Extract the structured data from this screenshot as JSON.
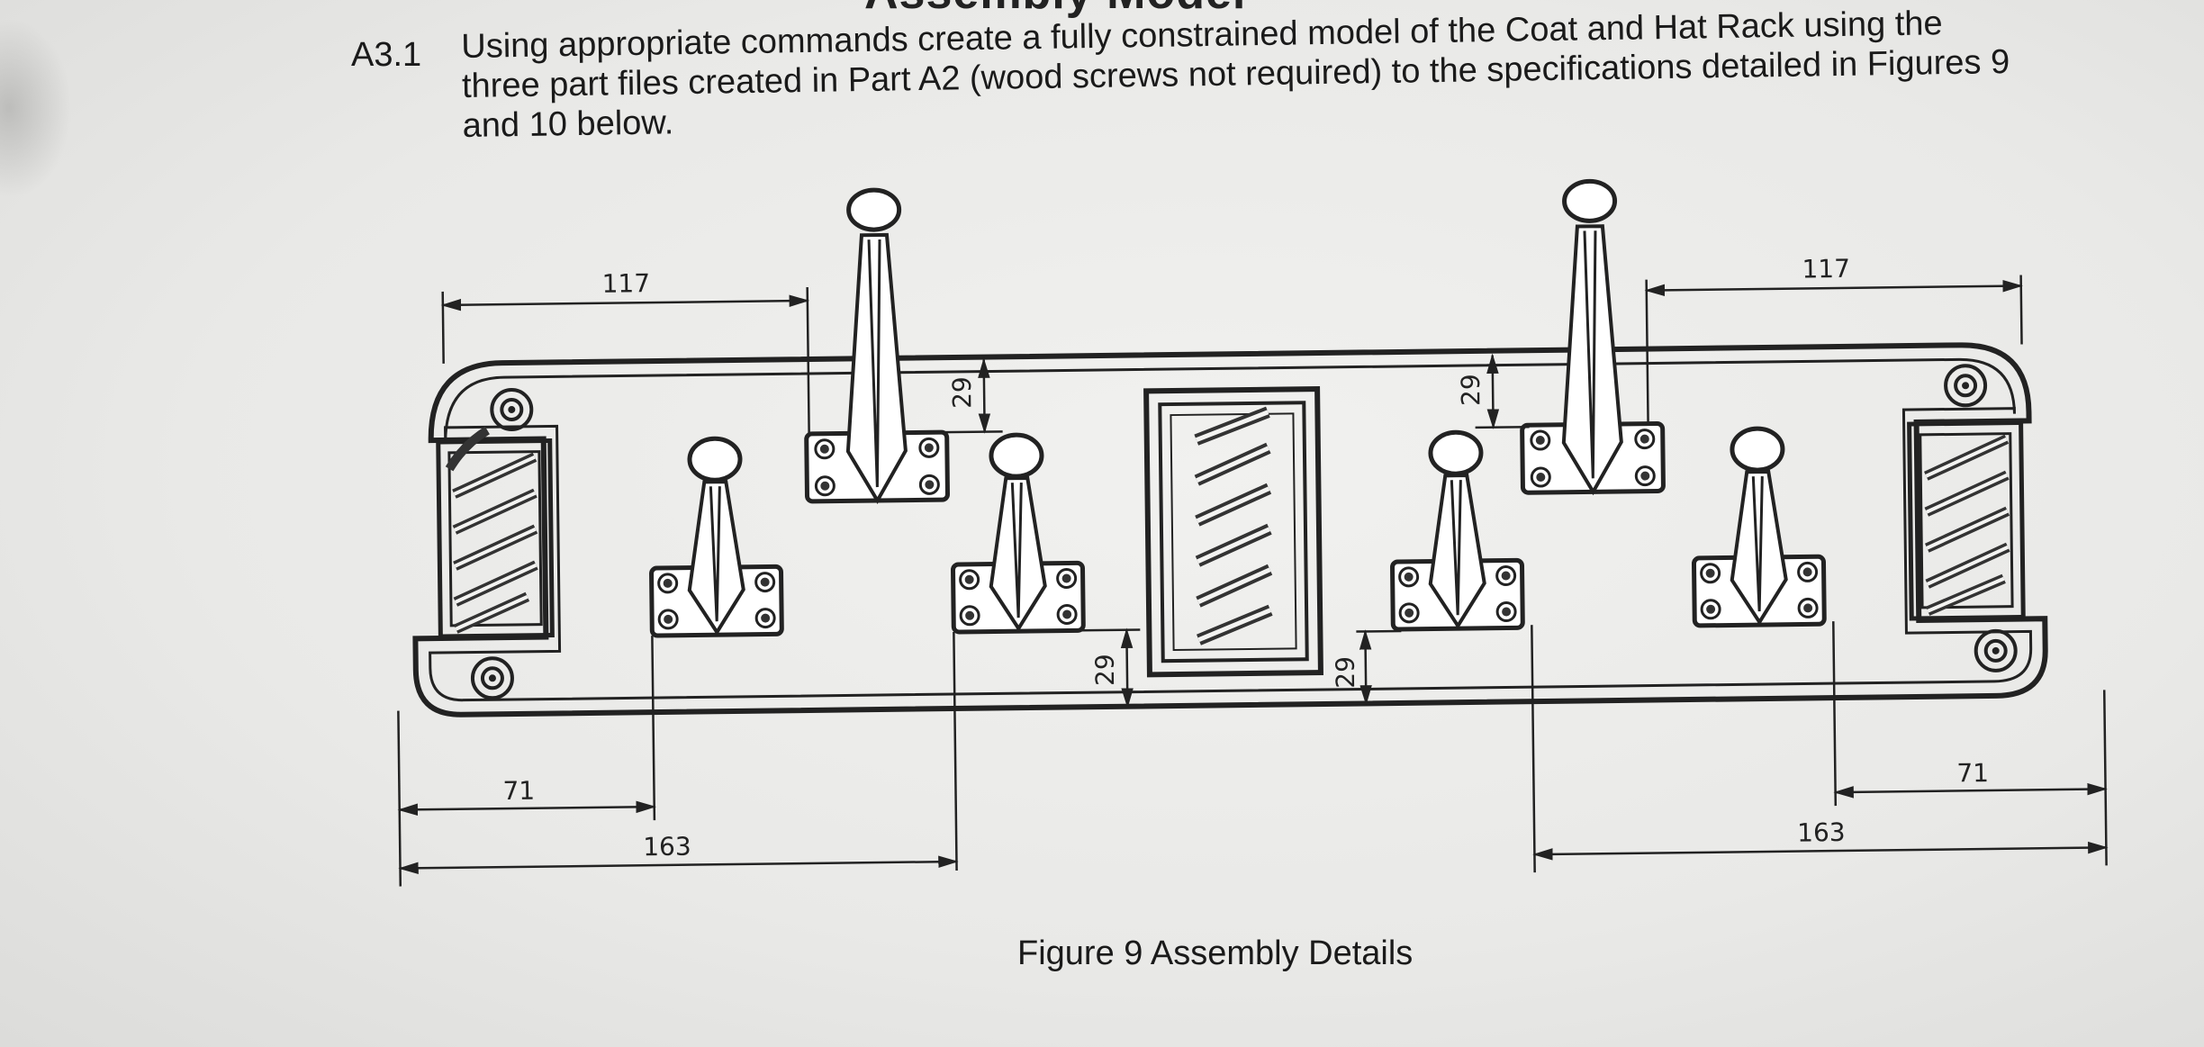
{
  "header_fragment": "Assembly Model",
  "question": {
    "number": "A3.1",
    "text": "Using appropriate commands create a fully constrained model of the Coat and Hat Rack using the three part files created in Part A2  (wood screws not required) to the specifications detailed in Figures 9 and 10 below."
  },
  "figure": {
    "caption": "Figure 9  Assembly Details",
    "dimensions": {
      "top_left": "117",
      "top_right": "117",
      "hook_top_left": "29",
      "hook_top_right": "29",
      "hook_bottom_left": "29",
      "hook_bottom_right": "29",
      "bottom_left_short": "71",
      "bottom_right_short": "71",
      "bottom_left_long": "163",
      "bottom_right_long": "163"
    }
  }
}
